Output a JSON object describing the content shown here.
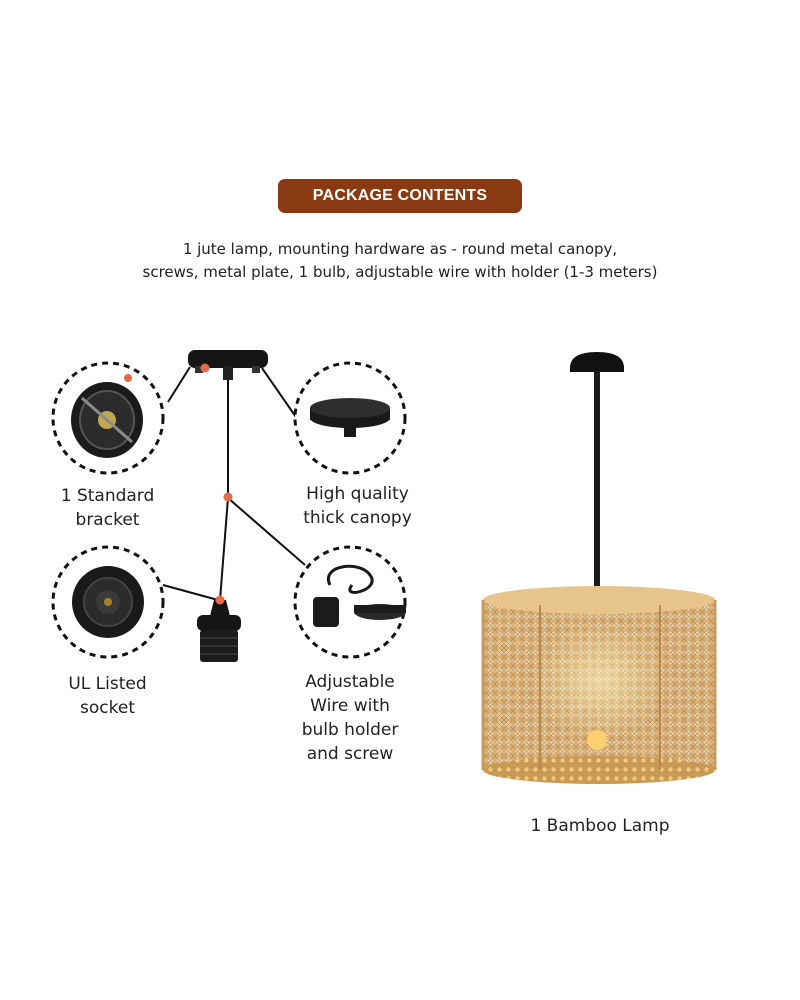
{
  "header": {
    "title": "PACKAGE CONTENTS",
    "description_line1": "1 jute lamp, mounting hardware as - round metal canopy,",
    "description_line2": "screws, metal plate, 1 bulb, adjustable wire with holder (1-3 meters)"
  },
  "parts": {
    "bracket": {
      "line1": "1 Standard",
      "line2": "bracket"
    },
    "canopy": {
      "line1": "High quality",
      "line2": "thick canopy"
    },
    "socket": {
      "line1": "UL Listed",
      "line2": "socket"
    },
    "wire": {
      "line1": "Adjustable",
      "line2": "Wire with",
      "line3": "bulb holder",
      "line4": "and screw"
    }
  },
  "product": {
    "label": "1 Bamboo Lamp"
  },
  "colors": {
    "banner": "#8a3a12",
    "accent_dot": "#e8694a",
    "rattan": "#d9b781",
    "hardware": "#141414"
  }
}
